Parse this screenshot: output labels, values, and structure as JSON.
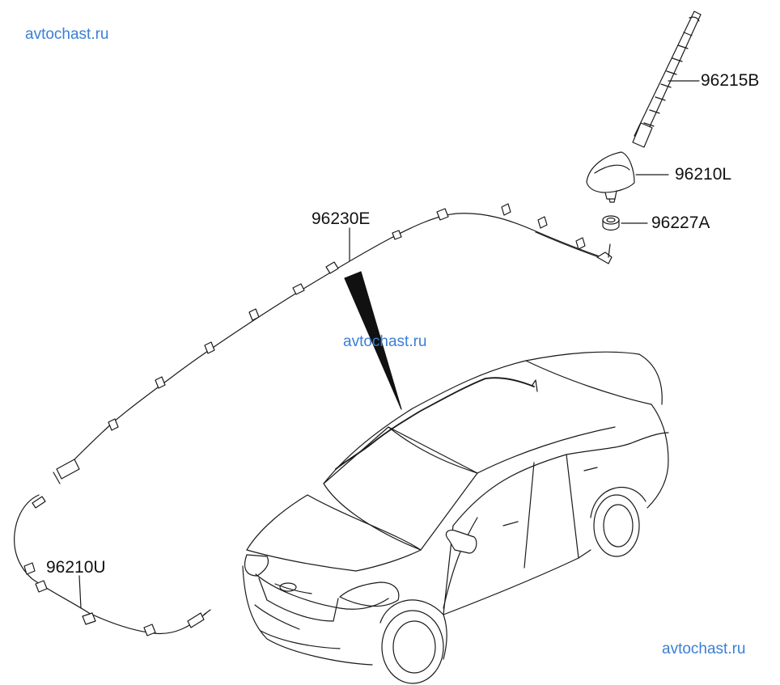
{
  "watermarks": {
    "top_left": "avtochast.ru",
    "center": "avtochast.ru",
    "bottom_right": "avtochast.ru"
  },
  "parts": {
    "rod": "96215B",
    "base": "96210L",
    "nut": "96227A",
    "cable_main": "96230E",
    "cable_lower": "96210U"
  },
  "colors": {
    "line": "#1a1a1a",
    "watermark": "#3a7fd5"
  }
}
